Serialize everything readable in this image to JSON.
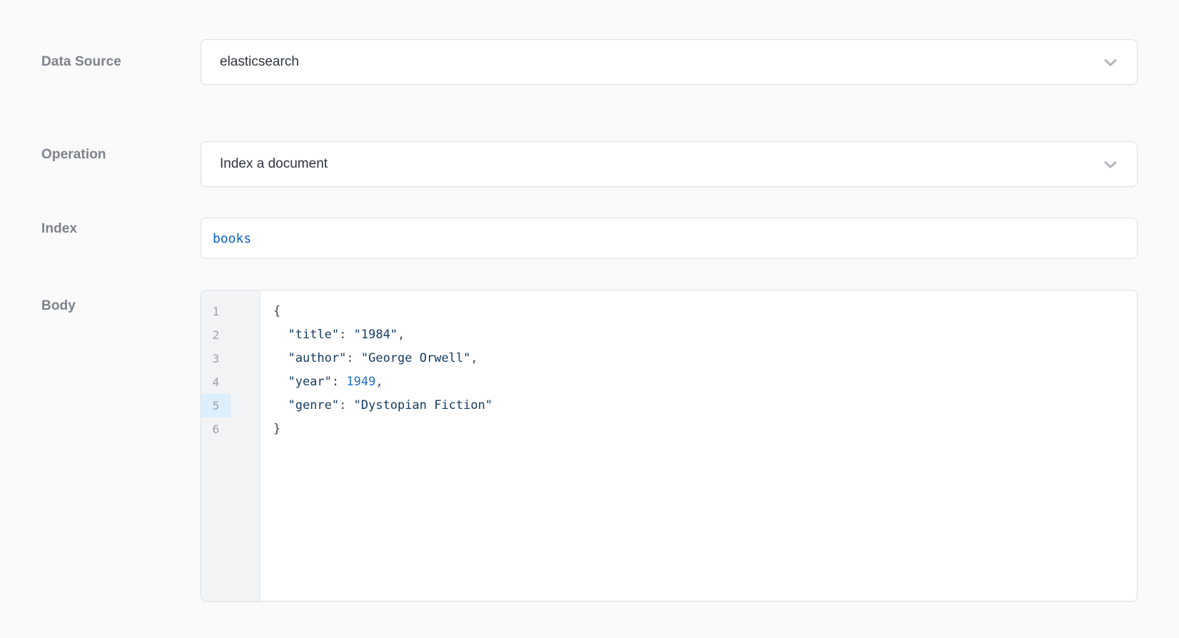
{
  "form": {
    "fields": [
      {
        "label": "Data Source",
        "type": "select",
        "value": "elasticsearch"
      },
      {
        "label": "Operation",
        "type": "select",
        "value": "Index a document"
      },
      {
        "label": "Index",
        "type": "expression-input",
        "value": "books"
      },
      {
        "label": "Body",
        "type": "code-editor"
      }
    ]
  },
  "icons": {
    "chevron_down": "chevron-down"
  },
  "colors": {
    "page_background": "#fafafa",
    "field_border": "#dbdfe6",
    "label_gray": "#7d828b",
    "select_text": "#2d333e",
    "expression_blue": "#0b61d2",
    "gutter_background": "#f2f3f5",
    "gutter_number": "#9aa0a8",
    "active_line_background": "#ddeefc",
    "token_string": "#14395e",
    "token_number": "#1d6fd2",
    "token_punct": "#3e4653",
    "chevron_gray": "#b3b7bf"
  },
  "body_editor": {
    "language": "json",
    "line_count": 6,
    "active_line": 5,
    "lines": [
      [
        {
          "type": "punct",
          "text": "{"
        }
      ],
      [
        {
          "type": "plain",
          "text": "  "
        },
        {
          "type": "string",
          "text": "\"title\""
        },
        {
          "type": "punct",
          "text": ": "
        },
        {
          "type": "string",
          "text": "\"1984\""
        },
        {
          "type": "punct",
          "text": ","
        }
      ],
      [
        {
          "type": "plain",
          "text": "  "
        },
        {
          "type": "string",
          "text": "\"author\""
        },
        {
          "type": "punct",
          "text": ": "
        },
        {
          "type": "string",
          "text": "\"George Orwell\""
        },
        {
          "type": "punct",
          "text": ","
        }
      ],
      [
        {
          "type": "plain",
          "text": "  "
        },
        {
          "type": "string",
          "text": "\"year\""
        },
        {
          "type": "punct",
          "text": ": "
        },
        {
          "type": "number",
          "text": "1949"
        },
        {
          "type": "punct",
          "text": ","
        }
      ],
      [
        {
          "type": "plain",
          "text": "  "
        },
        {
          "type": "string",
          "text": "\"genre\""
        },
        {
          "type": "punct",
          "text": ": "
        },
        {
          "type": "string",
          "text": "\"Dystopian Fiction\""
        }
      ],
      [
        {
          "type": "punct",
          "text": "}"
        }
      ]
    ]
  }
}
